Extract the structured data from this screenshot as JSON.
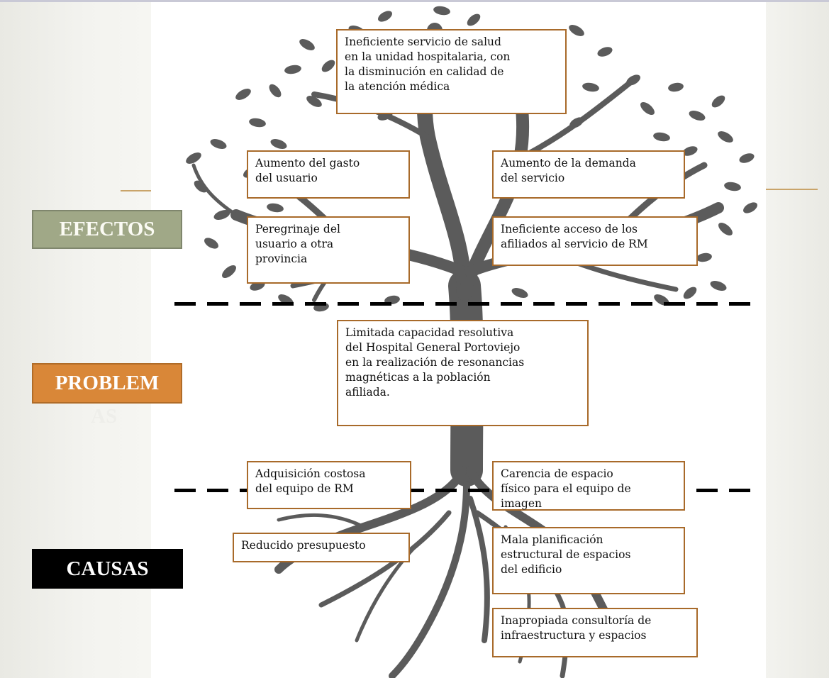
{
  "labels": {
    "efectos": "EFECTOS",
    "problemas_line1": "PROBLEM",
    "problemas_line2": "AS",
    "causas": "CAUSAS"
  },
  "efectos": {
    "main": "Ineficiente servicio de salud\nen la unidad hospitalaria, con\nla disminución en calidad de\nla atención médica",
    "gasto": "Aumento del gasto\ndel usuario",
    "demanda": "Aumento de la demanda\ndel servicio",
    "peregrinaje": "Peregrinaje del\nusuario a otra\nprovincia",
    "acceso": "Ineficiente acceso de los\nafiliados al servicio de RM"
  },
  "problema": {
    "main": "Limitada capacidad resolutiva\ndel Hospital General Portoviejo\nen la realización de resonancias\nmagnéticas a la población\nafiliada."
  },
  "causas": {
    "adquisicion": "Adquisición costosa\ndel equipo de RM",
    "carencia": "Carencia de espacio\nfísico para el equipo de\nimagen",
    "presupuesto": "Reducido presupuesto",
    "planificacion": "Mala planificación\nestructural de espacios\ndel edificio",
    "consultoria": "Inapropiada consultoría de\ninfraestructura y espacios"
  },
  "colors": {
    "tree": "#5b5b5b",
    "box_border": "#a86a2a",
    "efectos_bg": "#a0a887",
    "problemas_bg": "#d98738",
    "causas_bg": "#000000"
  }
}
